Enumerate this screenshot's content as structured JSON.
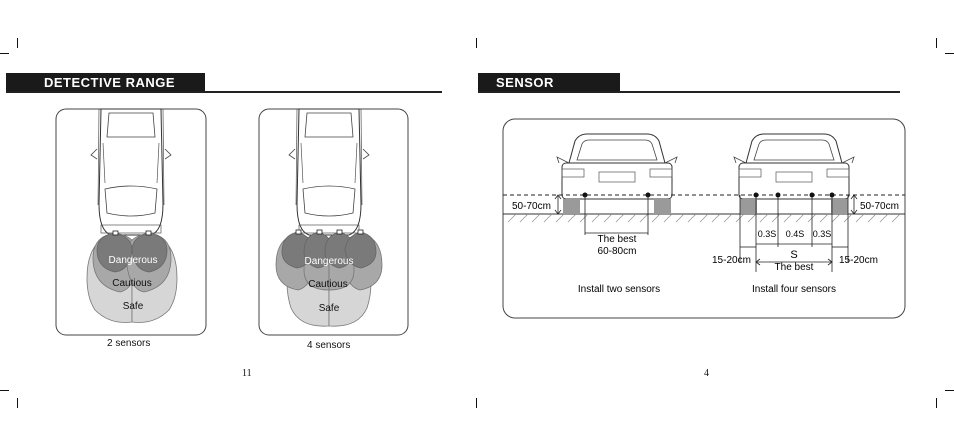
{
  "left_page": {
    "title": "DETECTIVE RANGE",
    "zones": {
      "dangerous": "Dangerous",
      "cautious": "Cautious",
      "safe": "Safe"
    },
    "caption_two": "2 sensors",
    "caption_four": "4 sensors",
    "page_number": "11"
  },
  "right_page": {
    "title": "SENSOR POSITION",
    "height_label": "50-70cm",
    "best_label": "The best",
    "best_range": "60-80cm",
    "spacing_outer": "0.3S",
    "spacing_inner": "0.4S",
    "span_symbol": "S",
    "edge_label": "15-20cm",
    "caption_two": "Install two sensors",
    "caption_four": "Install four sensors",
    "page_number": "4"
  },
  "colors": {
    "dark_zone": "#7a7a7a",
    "mid_zone": "#a8a8a8",
    "light_zone": "#d6d6d6",
    "header_bg": "#1a1a1a"
  }
}
